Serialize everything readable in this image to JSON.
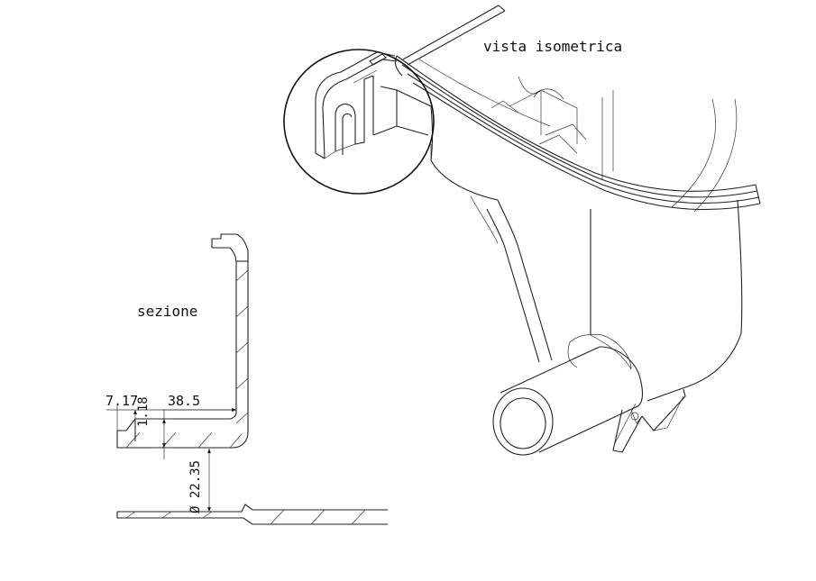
{
  "labels": {
    "isometric_view": "vista isometrica",
    "section": "sezione"
  },
  "dimensions": {
    "dim_a": "7.17",
    "dim_b": "38.5",
    "dim_c": "1.18",
    "dim_d": "Ø 22.35"
  }
}
